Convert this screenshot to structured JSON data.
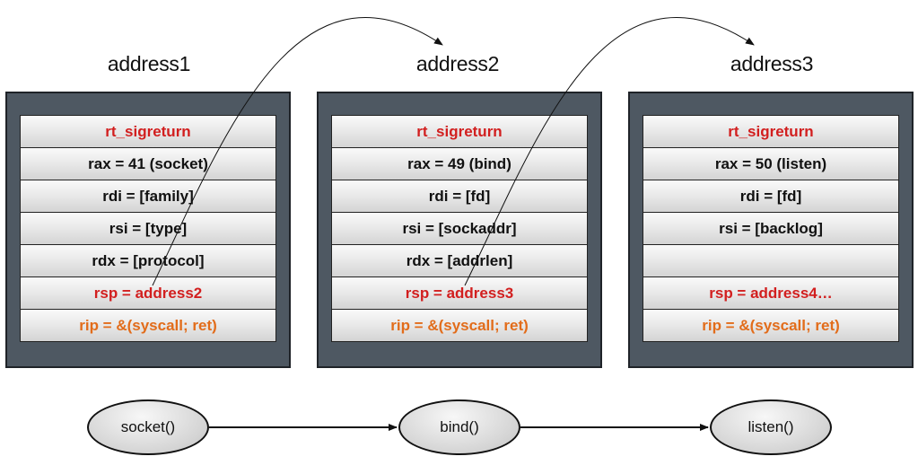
{
  "addresses": [
    {
      "title": "address1",
      "rows": [
        {
          "text": "rt_sigreturn",
          "style": "red"
        },
        {
          "text": "rax = 41 (socket)",
          "style": "normal"
        },
        {
          "text": "rdi = [family]",
          "style": "normal"
        },
        {
          "text": "rsi = [type]",
          "style": "normal"
        },
        {
          "text": "rdx = [protocol]",
          "style": "normal"
        },
        {
          "text": "rsp = address2",
          "style": "red"
        },
        {
          "text": "rip = &(syscall; ret)",
          "style": "orange"
        }
      ]
    },
    {
      "title": "address2",
      "rows": [
        {
          "text": "rt_sigreturn",
          "style": "red"
        },
        {
          "text": "rax = 49 (bind)",
          "style": "normal"
        },
        {
          "text": "rdi = [fd]",
          "style": "normal"
        },
        {
          "text": "rsi = [sockaddr]",
          "style": "normal"
        },
        {
          "text": "rdx = [addrlen]",
          "style": "normal"
        },
        {
          "text": "rsp = address3",
          "style": "red"
        },
        {
          "text": "rip = &(syscall; ret)",
          "style": "orange"
        }
      ]
    },
    {
      "title": "address3",
      "rows": [
        {
          "text": "rt_sigreturn",
          "style": "red"
        },
        {
          "text": "rax = 50 (listen)",
          "style": "normal"
        },
        {
          "text": "rdi = [fd]",
          "style": "normal"
        },
        {
          "text": "rsi = [backlog]",
          "style": "normal"
        },
        {
          "text": "",
          "style": "normal"
        },
        {
          "text": "rsp = address4…",
          "style": "red"
        },
        {
          "text": "rip = &(syscall; ret)",
          "style": "orange"
        }
      ]
    }
  ],
  "calls": [
    "socket()",
    "bind()",
    "listen()"
  ],
  "colors": {
    "red": "#d21f1f",
    "orange": "#e26c1a",
    "frame": "#4e5862"
  }
}
